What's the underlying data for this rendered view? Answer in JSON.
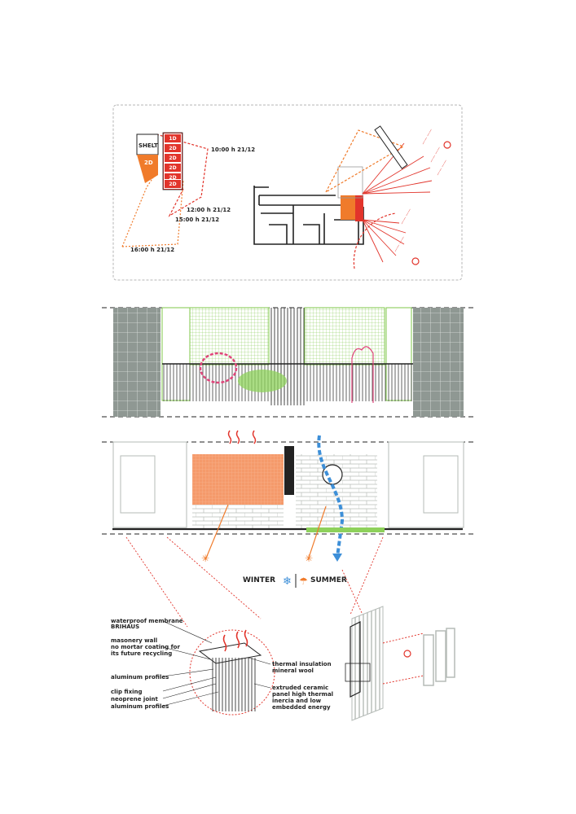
{
  "colors": {
    "red": "#e2342b",
    "orange": "#f07b2b",
    "green": "#7fc74a",
    "blue": "#3d8fd8",
    "pink": "#e0457b",
    "facade_grey": "#8f9893",
    "dark": "#222222"
  },
  "site_plan": {
    "shelt_label": "SHELT",
    "block_2d_label": "2D",
    "tower_floors": [
      "1D",
      "2D",
      "2D",
      "2D",
      "2D",
      "2D"
    ],
    "sun_times": [
      "10:00 h 21/12",
      "12:00 h 21/12",
      "15:00 h 21/12",
      "16:00 h 21/12"
    ]
  },
  "legend": {
    "winter": "WINTER",
    "summer": "SUMMER",
    "winter_icon": "snowflake-icon",
    "summer_icon": "sun-umbrella-icon"
  },
  "detail_labels": {
    "left": [
      "waterproof membrane",
      "BRIHAUS",
      "masonery wall",
      "no mortar coating for",
      "its future recycling",
      "aluminum profiles",
      "clip fixing",
      "neoprene joint",
      "aluminum profiles"
    ],
    "right": [
      "thermal insulation",
      "mineral wool",
      "extruded ceramic",
      "panel high thermal",
      "inercia and low",
      "embedded energy"
    ]
  }
}
